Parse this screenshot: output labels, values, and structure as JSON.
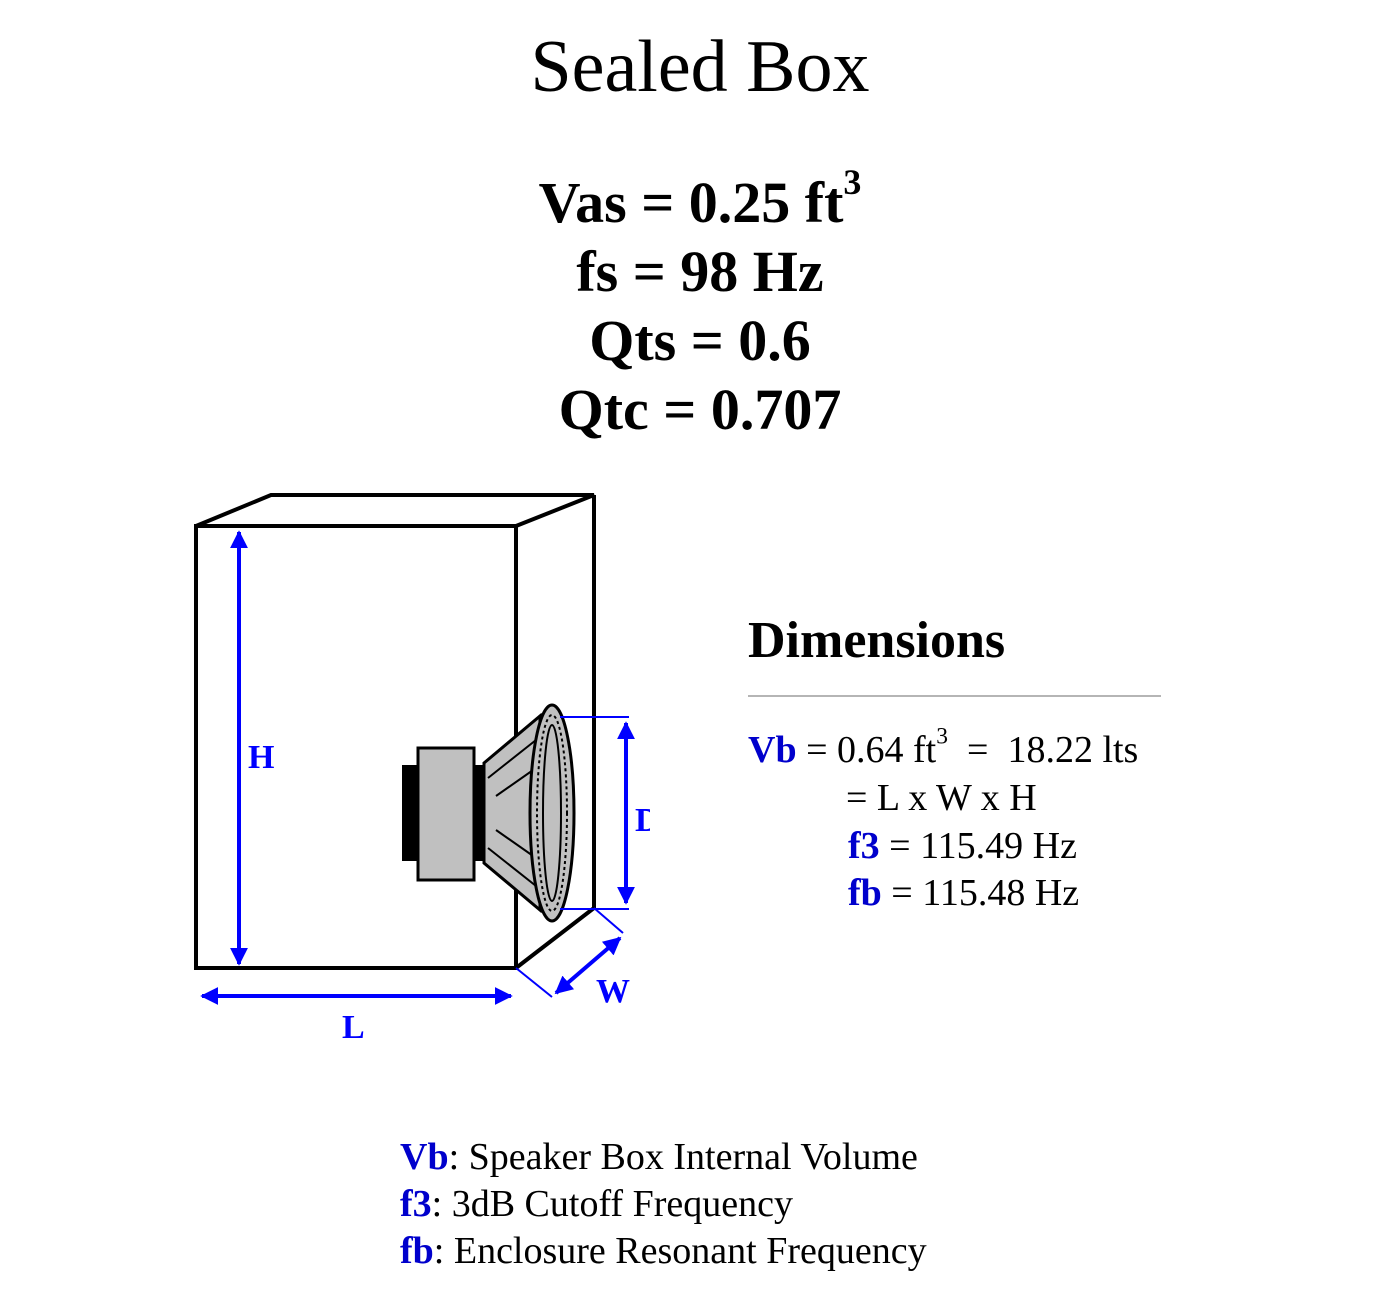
{
  "title": "Sealed Box",
  "parameters": {
    "vas_text": "Vas = 0.25 ft",
    "vas_exponent": "3",
    "fs": "fs = 98 Hz",
    "qts": "Qts = 0.6",
    "qtc": "Qtc = 0.707"
  },
  "diagram": {
    "label_h": "H",
    "label_l": "L",
    "label_w": "W",
    "label_d": "D",
    "arrow_color": "#0000ff",
    "speaker_gray": "#c0c0c0"
  },
  "dimensions": {
    "heading": "Dimensions",
    "vb_symbol": "Vb",
    "vb_value": " = 0.64 ft",
    "vb_exponent": "3",
    "vb_liters": "  =  18.22 lts",
    "lwh": "= L x W x H",
    "f3_symbol": "f3",
    "f3_value": " = 115.49 Hz",
    "fb_symbol": "fb",
    "fb_value": " = 115.48 Hz",
    "symbol_color": "#0000cc"
  },
  "legend": [
    {
      "symbol": "Vb",
      "text": ": Speaker Box Internal Volume"
    },
    {
      "symbol": "f3",
      "text": ": 3dB Cutoff Frequency"
    },
    {
      "symbol": "fb",
      "text": ": Enclosure Resonant Frequency"
    }
  ]
}
